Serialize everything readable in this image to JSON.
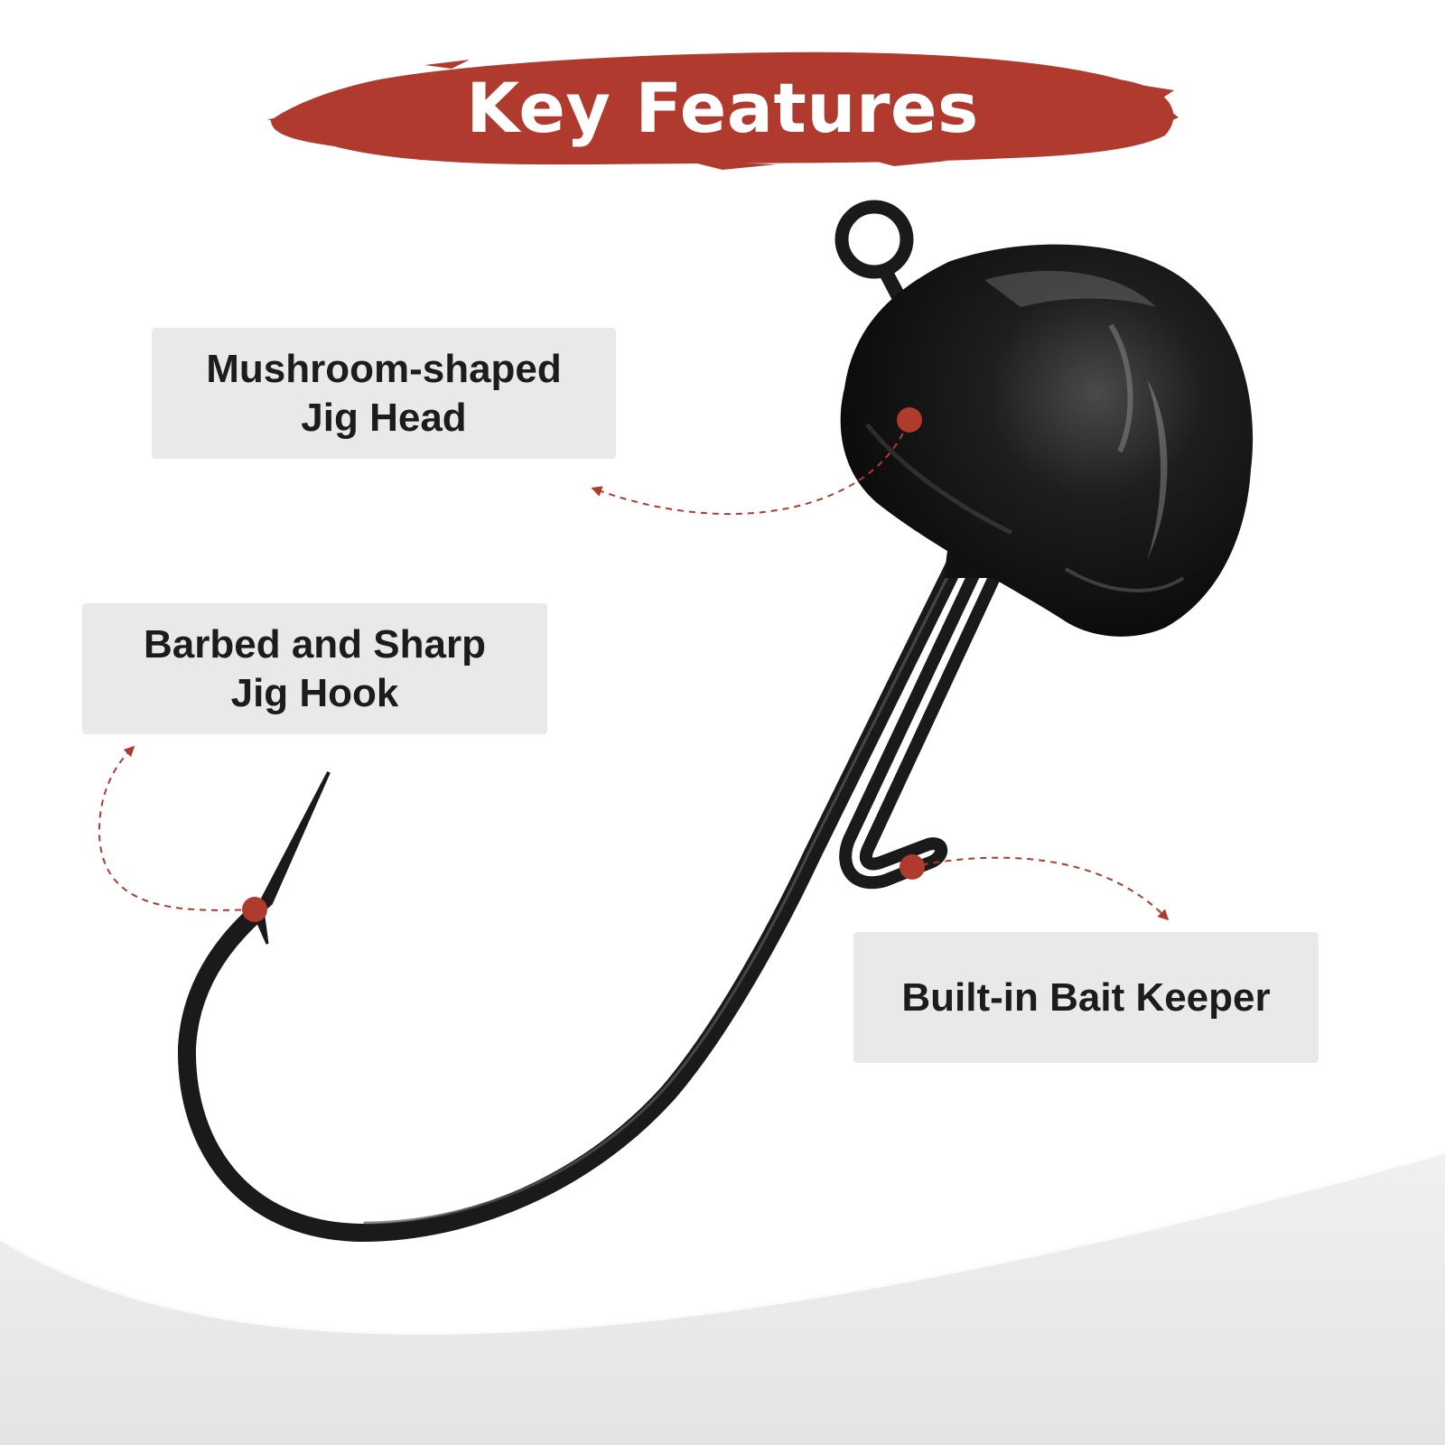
{
  "title": "Key Features",
  "features": [
    {
      "lines": [
        "Mushroom-shaped",
        "Jig Head"
      ]
    },
    {
      "lines": [
        "Barbed and Sharp",
        "Jig Hook"
      ]
    },
    {
      "lines": [
        "Built-in Bait Keeper"
      ]
    }
  ],
  "colors": {
    "accent": "#b03a2e",
    "label_background": "#e9e9e9",
    "hook": "#1a1a1a"
  }
}
